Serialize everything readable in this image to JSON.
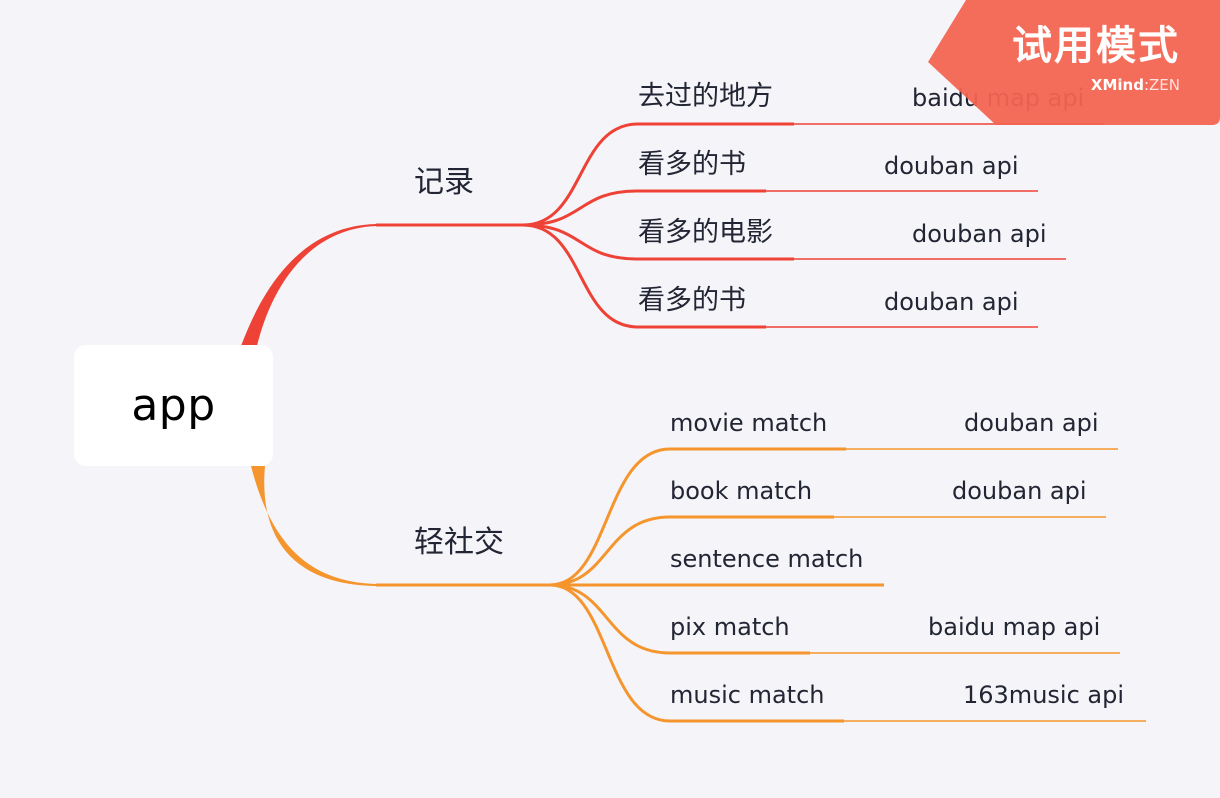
{
  "root": {
    "label": "app"
  },
  "colors": {
    "branch_record": "#ee4236",
    "branch_social": "#f5952d",
    "watermark": "#f36451"
  },
  "branches": [
    {
      "label": "记录",
      "children": [
        {
          "label": "去过的地方",
          "note": "baidu map api"
        },
        {
          "label": "看多的书",
          "note": "douban api"
        },
        {
          "label": "看多的电影",
          "note": "douban api"
        },
        {
          "label": "看多的书",
          "note": "douban api"
        }
      ]
    },
    {
      "label": "轻社交",
      "children": [
        {
          "label": "movie match",
          "note": "douban api"
        },
        {
          "label": "book match",
          "note": "douban api"
        },
        {
          "label": "sentence match",
          "note": ""
        },
        {
          "label": "pix match",
          "note": "baidu map api"
        },
        {
          "label": "music match",
          "note": "163music api"
        }
      ]
    }
  ],
  "watermark": {
    "title": "试用模式",
    "brand_a": "XMind",
    "brand_sep": ":",
    "brand_b": "ZEN"
  }
}
